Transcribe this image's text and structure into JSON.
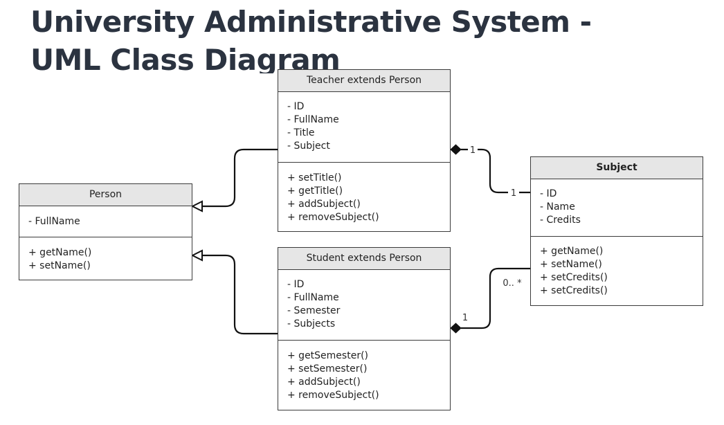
{
  "title": "University Administrative System - UML Class Diagram",
  "classes": {
    "person": {
      "name": "Person",
      "attributes": [
        "- FullName"
      ],
      "methods": [
        "+ getName()",
        "+ setName()"
      ]
    },
    "teacher": {
      "name": "Teacher extends Person",
      "attributes": [
        "- ID",
        "- FullName",
        "- Title",
        "- Subject"
      ],
      "methods": [
        "+ setTitle()",
        "+ getTitle()",
        "+ addSubject()",
        "+ removeSubject()"
      ]
    },
    "student": {
      "name": "Student extends Person",
      "attributes": [
        "- ID",
        "- FullName",
        "- Semester",
        "- Subjects"
      ],
      "methods": [
        "+ getSemester()",
        "+ setSemester()",
        "+ addSubject()",
        "+ removeSubject()"
      ]
    },
    "subject": {
      "name": "Subject",
      "attributes": [
        "- ID",
        "- Name",
        "- Credits"
      ],
      "methods": [
        "+ getName()",
        "+ setName()",
        "+ setCredits()",
        "+ setCredits()"
      ]
    }
  },
  "relations": {
    "teacher_subject": {
      "teacher_end": "1",
      "subject_end": "1"
    },
    "student_subject": {
      "student_end": "1",
      "subject_end": "0.. *"
    }
  }
}
